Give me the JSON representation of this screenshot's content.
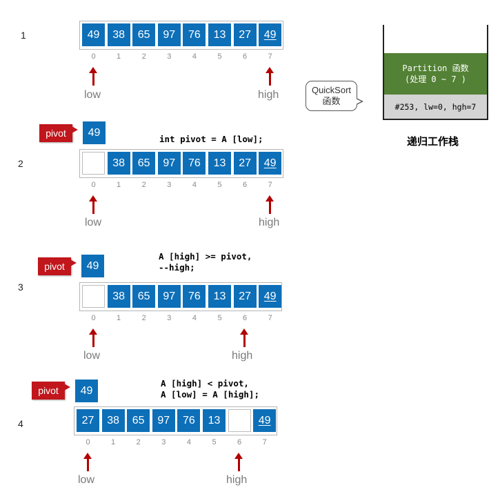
{
  "steps": [
    {
      "number": "1",
      "cells": [
        "49",
        "38",
        "65",
        "97",
        "76",
        "13",
        "27",
        "49"
      ],
      "empty_index": -1,
      "underline_index": 7,
      "indices": [
        "0",
        "1",
        "2",
        "3",
        "4",
        "5",
        "6",
        "7"
      ],
      "low_label": "low",
      "high_label": "high",
      "low_index": 0,
      "high_index": 7
    },
    {
      "number": "2",
      "pivot_label": "pivot",
      "pivot_value": "49",
      "code": "int pivot = A [low];",
      "cells": [
        "",
        "38",
        "65",
        "97",
        "76",
        "13",
        "27",
        "49"
      ],
      "empty_index": 0,
      "underline_index": 7,
      "indices": [
        "0",
        "1",
        "2",
        "3",
        "4",
        "5",
        "6",
        "7"
      ],
      "low_label": "low",
      "high_label": "high",
      "low_index": 0,
      "high_index": 7
    },
    {
      "number": "3",
      "pivot_label": "pivot",
      "pivot_value": "49",
      "code": "A [high] >= pivot,\n--high;",
      "cells": [
        "",
        "38",
        "65",
        "97",
        "76",
        "13",
        "27",
        "49"
      ],
      "empty_index": 0,
      "underline_index": 7,
      "indices": [
        "0",
        "1",
        "2",
        "3",
        "4",
        "5",
        "6",
        "7"
      ],
      "low_label": "low",
      "high_label": "high",
      "low_index": 0,
      "high_index": 6
    },
    {
      "number": "4",
      "pivot_label": "pivot",
      "pivot_value": "49",
      "code": "A [high] < pivot,\nA [low] = A [high];",
      "cells": [
        "27",
        "38",
        "65",
        "97",
        "76",
        "13",
        "",
        "49"
      ],
      "empty_index": 6,
      "underline_index": 7,
      "indices": [
        "0",
        "1",
        "2",
        "3",
        "4",
        "5",
        "6",
        "7"
      ],
      "low_label": "low",
      "high_label": "high",
      "low_index": 0,
      "high_index": 6
    }
  ],
  "stack": {
    "top_line1": "Partition 函数",
    "top_line2": "(处理 0 ~ 7 )",
    "bottom": "#253, lw=0, hgh=7",
    "caption": "递归工作栈"
  },
  "callout": {
    "line1": "QuickSort",
    "line2": "函数"
  },
  "colors": {
    "cell": "#0d6fb8",
    "pointer": "#b30000",
    "pivot_tag": "#c0161c",
    "stack_top": "#538135",
    "stack_bottom": "#d4d4d4"
  }
}
